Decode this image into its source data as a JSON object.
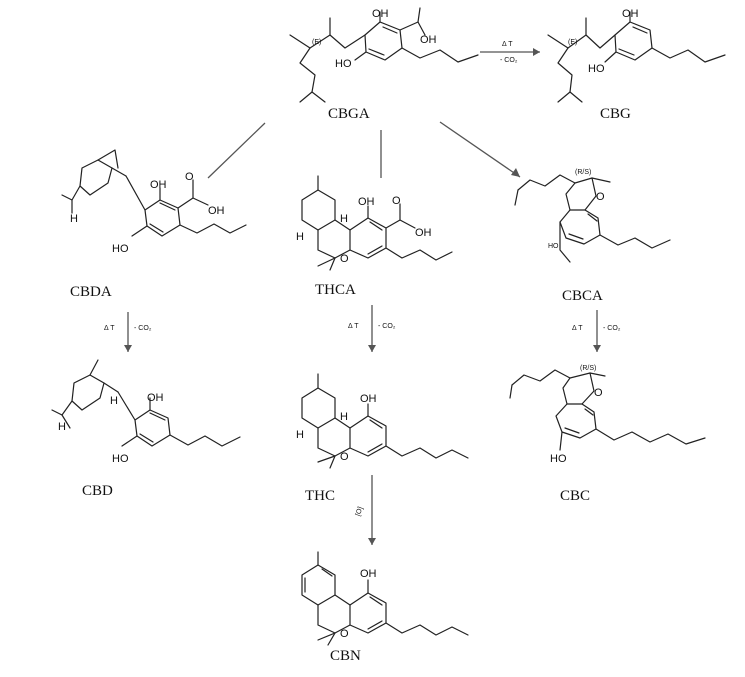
{
  "compounds": {
    "cbga": "CBGA",
    "cbg": "CBG",
    "cbda": "CBDA",
    "thca": "THCA",
    "cbca": "CBCA",
    "cbd": "CBD",
    "thc": "THC",
    "cbc": "CBC",
    "cbn": "CBN"
  },
  "reaction": {
    "heat": "Δ T",
    "decarboxylation": "- CO₂",
    "oxidation": "[O]"
  },
  "atoms": {
    "oh": "OH",
    "ho": "HO",
    "o": "O",
    "h": "H",
    "e_isomer": "(E)",
    "rs": "(R/S)"
  }
}
